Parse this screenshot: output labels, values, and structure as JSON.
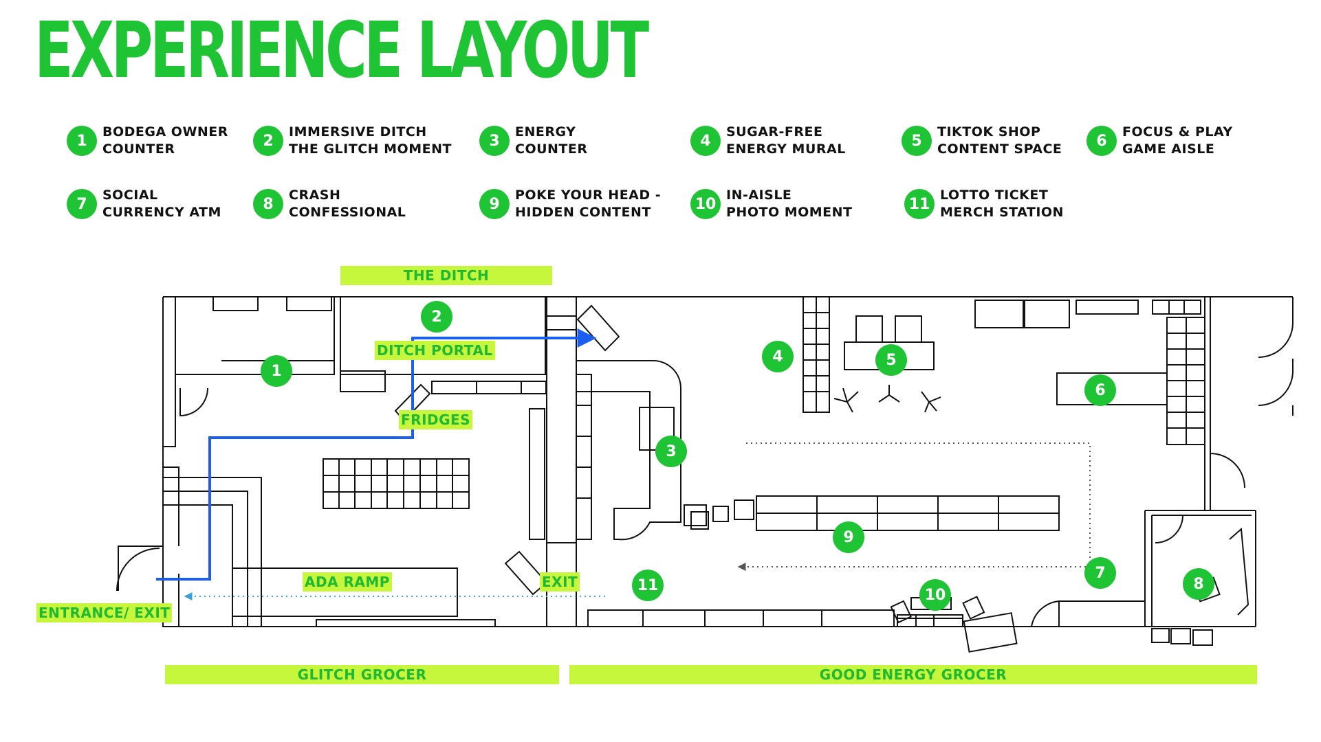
{
  "title": "EXPERIENCE LAYOUT",
  "legend": [
    {
      "num": "1",
      "label": "BODEGA OWNER\nCOUNTER"
    },
    {
      "num": "2",
      "label": "IMMERSIVE DITCH\nTHE GLITCH MOMENT"
    },
    {
      "num": "3",
      "label": "ENERGY\nCOUNTER"
    },
    {
      "num": "4",
      "label": "SUGAR-FREE\nENERGY MURAL"
    },
    {
      "num": "5",
      "label": "TIKTOK SHOP\nCONTENT SPACE"
    },
    {
      "num": "6",
      "label": "FOCUS & PLAY\nGAME AISLE"
    },
    {
      "num": "7",
      "label": "SOCIAL\nCURRENCY ATM"
    },
    {
      "num": "8",
      "label": "CRASH\nCONFESSIONAL"
    },
    {
      "num": "9",
      "label": "POKE YOUR HEAD -\nHIDDEN CONTENT"
    },
    {
      "num": "10",
      "label": "IN-AISLE\nPHOTO MOMENT"
    },
    {
      "num": "11",
      "label": "LOTTO TICKET\nMERCH STATION"
    }
  ],
  "areas": {
    "the_ditch": "THE DITCH",
    "glitch_grocer": "GLITCH GROCER",
    "good_energy_grocer": "GOOD ENERGY GROCER"
  },
  "tags": {
    "ditch_portal": "DITCH PORTAL",
    "fridges": "FRIDGES",
    "ada_ramp": "ADA RAMP",
    "exit": "EXIT",
    "entrance_exit": "ENTRANCE/ EXIT"
  },
  "colors": {
    "brand_green": "#1fc435",
    "highlight": "#c6f73c",
    "path_blue": "#1a5ff0"
  },
  "markers": [
    "1",
    "2",
    "3",
    "4",
    "5",
    "6",
    "7",
    "8",
    "9",
    "10",
    "11"
  ]
}
